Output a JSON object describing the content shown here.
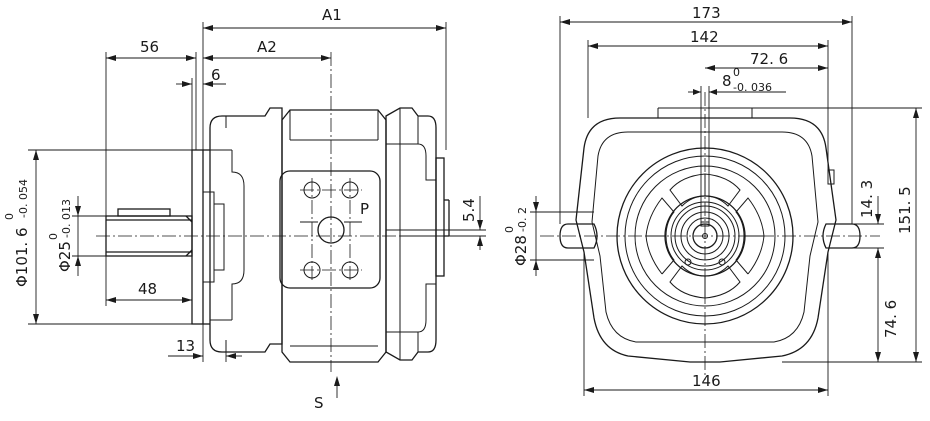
{
  "side_view": {
    "dim_A1": "A1",
    "dim_A2": "A2",
    "dim_56": "56",
    "dim_6": "6",
    "dim_48": "48",
    "dim_13": "13",
    "dim_5_4": "5.4",
    "port_P": "P",
    "port_S": "S",
    "dia_101_main": "Φ101. 6",
    "dia_101_upper": "0",
    "dia_101_lower": "-0. 054",
    "dia_25_main": "Φ25",
    "dia_25_upper": "0",
    "dia_25_lower": "-0. 013"
  },
  "front_view": {
    "dim_173": "173",
    "dim_142": "142",
    "dim_72_6": "72. 6",
    "key_main": "8",
    "key_upper": "0",
    "key_lower": "-0. 036",
    "dim_146": "146",
    "dim_14_3": "14. 3",
    "dim_151_5": "151. 5",
    "dim_74_6": "74. 6",
    "dia_28_main": "Φ28",
    "dia_28_upper": "0",
    "dia_28_lower": "-0. 2"
  }
}
